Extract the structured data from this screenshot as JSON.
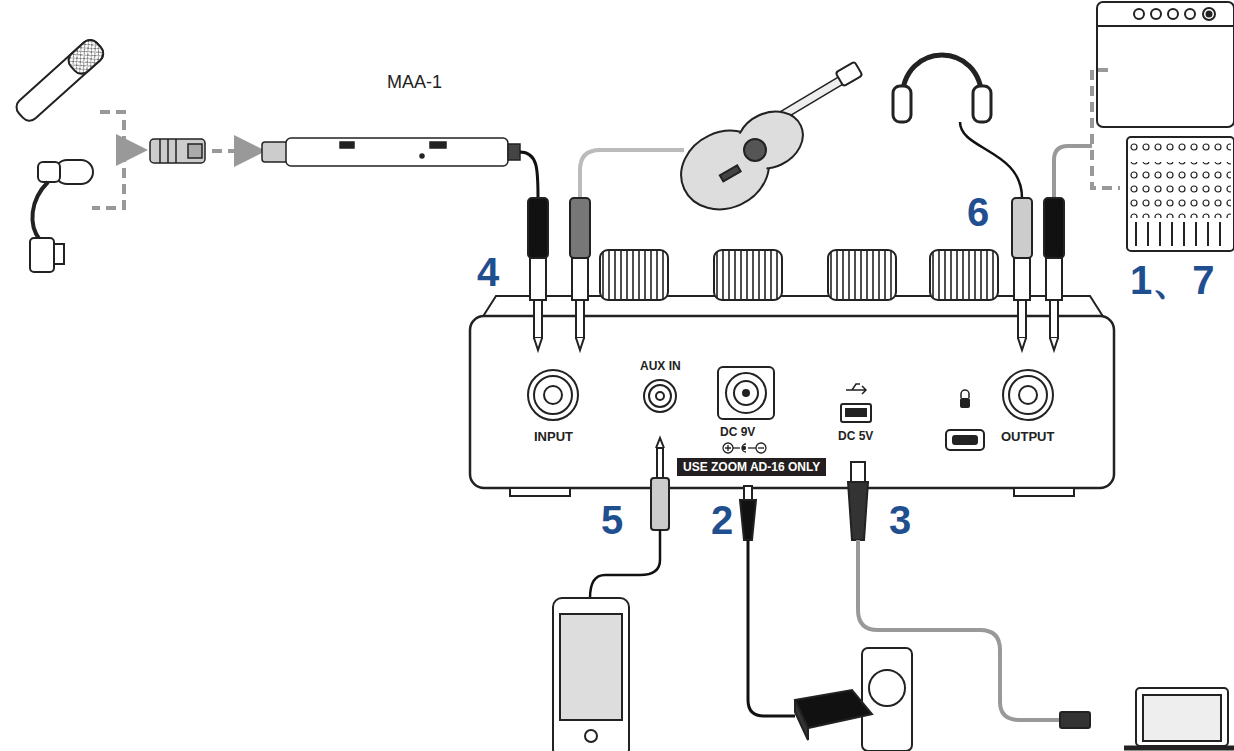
{
  "diagram": {
    "nodes": [
      {
        "text": [
          "USE ZOOM AD-16 ONLY"
        ]
      }
    ],
    "labels": [
      "MAA-1",
      "4",
      "INPUT",
      "AUX IN",
      "DC 9V",
      "DC 5V",
      "OUTPUT",
      "5",
      "2",
      "3",
      "6",
      "1、7"
    ]
  }
}
